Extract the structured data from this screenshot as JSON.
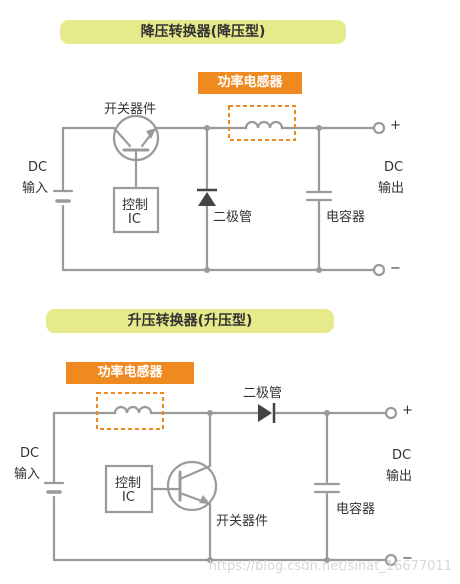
{
  "buck": {
    "title": "降压转换器(降压型)",
    "inductor_tag": "功率电感器",
    "switch_label": "开关器件",
    "control_line1": "控制",
    "control_line2": "IC",
    "source_line1": "DC",
    "source_line2": "输入",
    "diode_label": "二极管",
    "cap_label": "电容器",
    "out_line1": "DC",
    "out_line2": "输出",
    "plus": "+",
    "minus": "−"
  },
  "boost": {
    "title": "升压转换器(升压型)",
    "inductor_tag": "功率电感器",
    "diode_label": "二极管",
    "control_line1": "控制",
    "control_line2": "IC",
    "source_line1": "DC",
    "source_line2": "输入",
    "switch_label": "开关器件",
    "cap_label": "电容器",
    "out_line1": "DC",
    "out_line2": "输出",
    "plus": "+",
    "minus": "−"
  },
  "watermark": "https://blog.csdn.net/sinat_16677011",
  "colors": {
    "wire": "#9a9a9a",
    "title_bg": "#e6ea8a",
    "accent": "#ef8a21",
    "text": "#333333"
  }
}
